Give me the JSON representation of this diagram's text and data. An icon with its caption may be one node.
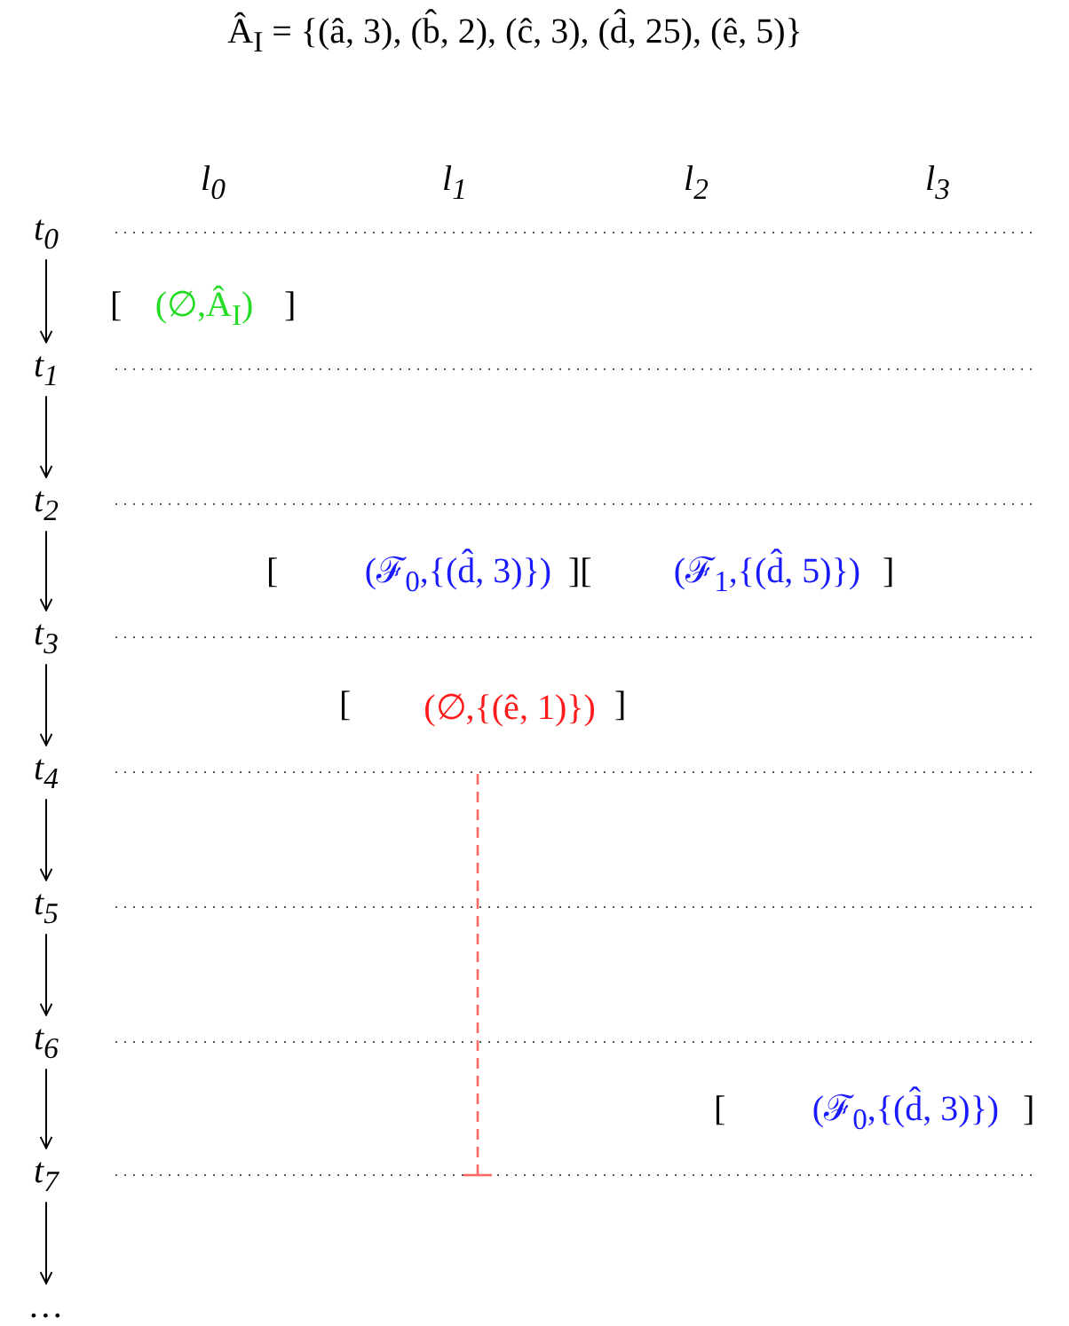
{
  "diagram": {
    "title": "Â$_{I}$ = {(â, 3), (b̂, 2), (ĉ, 3), (d̂, 25), (ê, 5)}",
    "nodes": [
      {
        "text": [
          "t$_{0}$"
        ]
      },
      {
        "text": [
          "t$_{1}$"
        ]
      },
      {
        "text": [
          "t$_{2}$"
        ]
      },
      {
        "text": [
          "t$_{3}$"
        ]
      },
      {
        "text": [
          "t$_{4}$"
        ]
      },
      {
        "text": [
          "t$_{5}$"
        ]
      },
      {
        "text": [
          "t$_{6}$"
        ]
      },
      {
        "text": [
          "t$_{7}$"
        ]
      },
      {
        "text": [
          "…"
        ]
      }
    ],
    "edges": [
      {
        "from": 0,
        "to": 1,
        "arrow": "to"
      },
      {
        "from": 1,
        "to": 2,
        "arrow": "to"
      },
      {
        "from": 2,
        "to": 3,
        "arrow": "to"
      },
      {
        "from": 3,
        "to": 4,
        "arrow": "to"
      },
      {
        "from": 4,
        "to": 5,
        "arrow": "to"
      },
      {
        "from": 5,
        "to": 6,
        "arrow": "to"
      },
      {
        "from": 6,
        "to": 7,
        "arrow": "to"
      },
      {
        "from": 7,
        "to": 8,
        "arrow": "to"
      }
    ],
    "labels": [
      "l$_{0}$",
      "l$_{1}$",
      "l$_{2}$",
      "l$_{3}$",
      "[",
      "(∅,Â$_{I}$)",
      "]",
      "[",
      "(ℱ$_{0}$,{(d̂, 3)})",
      "][",
      "(ℱ$_{1}$,{(d̂, 5)})",
      "]",
      "[",
      "(∅,{(ê, 1)})",
      "]",
      "[",
      "(ℱ$_{0}$,{(d̂, 3)})",
      "]"
    ]
  }
}
